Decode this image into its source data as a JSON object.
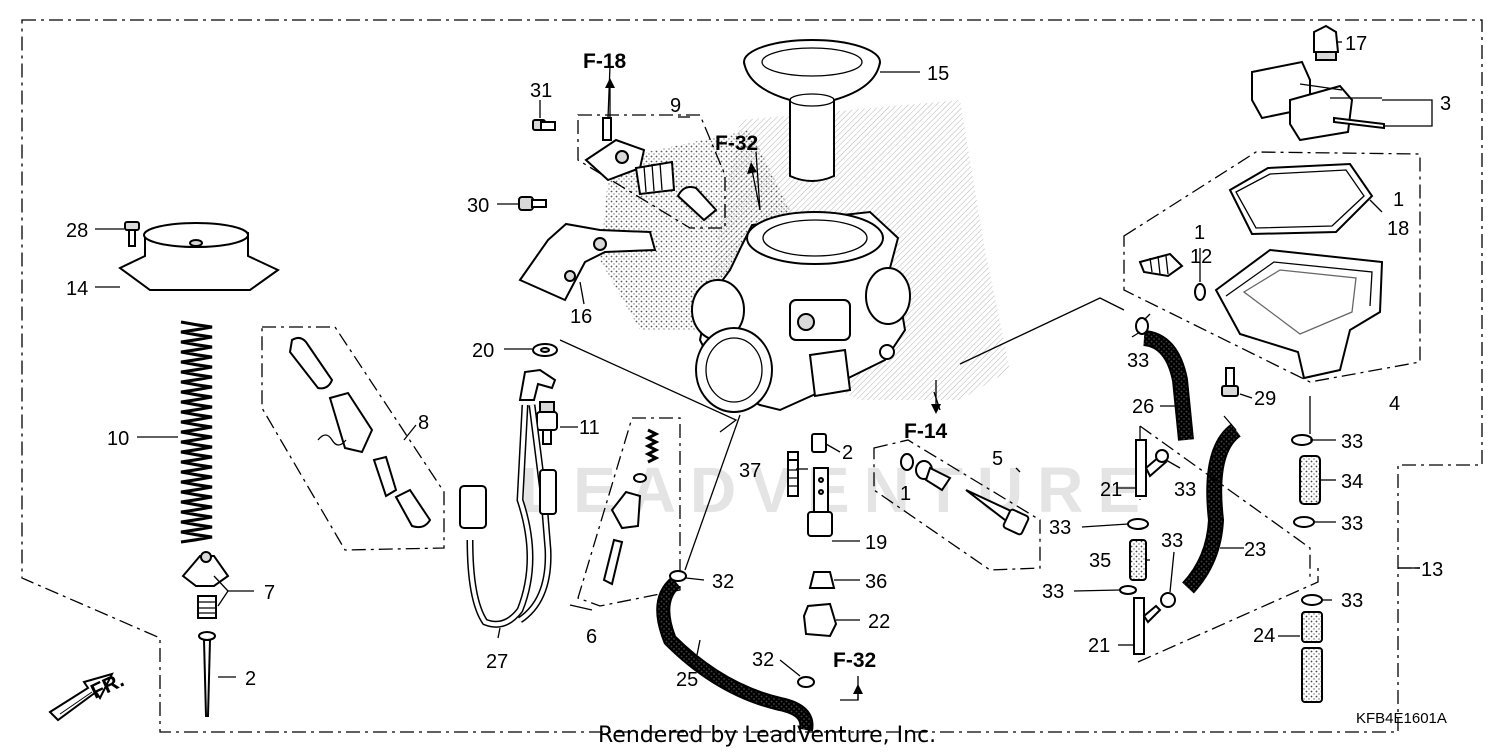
{
  "diagram": {
    "callouts": {
      "c1a": "1",
      "c1b": "1",
      "c1c": "1",
      "c2a": "2",
      "c2b": "2",
      "c3": "3",
      "c4": "4",
      "c5": "5",
      "c6": "6",
      "c7": "7",
      "c8": "8",
      "c9": "9",
      "c10": "10",
      "c11": "11",
      "c12": "12",
      "c13": "13",
      "c14": "14",
      "c15": "15",
      "c16": "16",
      "c17": "17",
      "c18": "18",
      "c19": "19",
      "c20": "20",
      "c21a": "21",
      "c21b": "21",
      "c22": "22",
      "c23": "23",
      "c24": "24",
      "c25": "25",
      "c26": "26",
      "c27": "27",
      "c28": "28",
      "c29": "29",
      "c30": "30",
      "c31": "31",
      "c32a": "32",
      "c32b": "32",
      "c33a": "33",
      "c33b": "33",
      "c33c": "33",
      "c33d": "33",
      "c33e": "33",
      "c33f": "33",
      "c33g": "33",
      "c33h": "33",
      "c34": "34",
      "c35": "35",
      "c36": "36",
      "c37": "37"
    },
    "references": {
      "f18": "F-18",
      "f32a": "F-32",
      "f32b": "F-32",
      "f14": "F-14"
    },
    "direction_label": "FR.",
    "diagram_code": "KFB4E1601A",
    "credit": "Rendered by LeadVenture, Inc.",
    "watermark": "LEADVENTURE"
  }
}
